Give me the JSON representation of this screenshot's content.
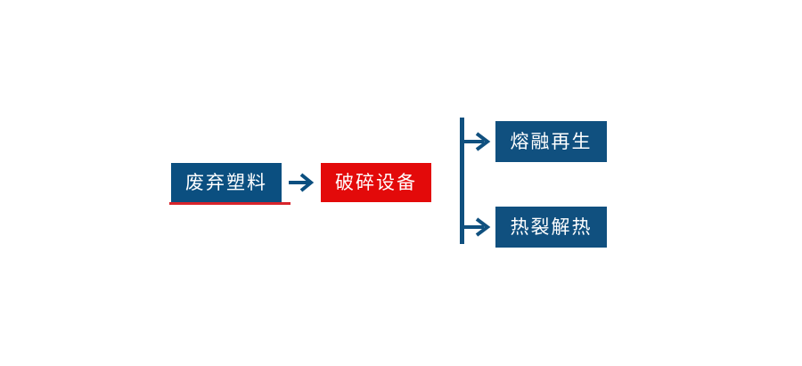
{
  "diagram": {
    "type": "flow-chart",
    "title": "",
    "colors": {
      "blue": "#0B4F80",
      "blue_light": "#10507F",
      "red": "#E30A0A",
      "red_rule": "#D8242B",
      "connector": "#10507F",
      "background": "#FFFFFF",
      "text": "#FFFFFF"
    },
    "nodes": [
      {
        "id": "input",
        "label": "废弃塑料",
        "role": "input-material",
        "fill": "#0B4F80",
        "has_underline": true,
        "underline_color": "#D8242B"
      },
      {
        "id": "process",
        "label": "破碎设备",
        "role": "processing-equipment",
        "fill": "#E30A0A",
        "has_underline": false
      },
      {
        "id": "output-1",
        "label": "熔融再生",
        "role": "output-path",
        "fill": "#10507F",
        "has_underline": false
      },
      {
        "id": "output-2",
        "label": "热裂解热",
        "role": "output-path",
        "fill": "#10507F",
        "has_underline": false
      }
    ],
    "connectors": [
      {
        "id": "main-arrow",
        "from": "input",
        "to": "process",
        "kind": "arrow-right",
        "color": "#0B4F80"
      },
      {
        "id": "branch-split",
        "from": "process",
        "to": [
          "output-1",
          "output-2"
        ],
        "kind": "vertical-spine-two-arrows",
        "color": "#10507F"
      }
    ]
  }
}
